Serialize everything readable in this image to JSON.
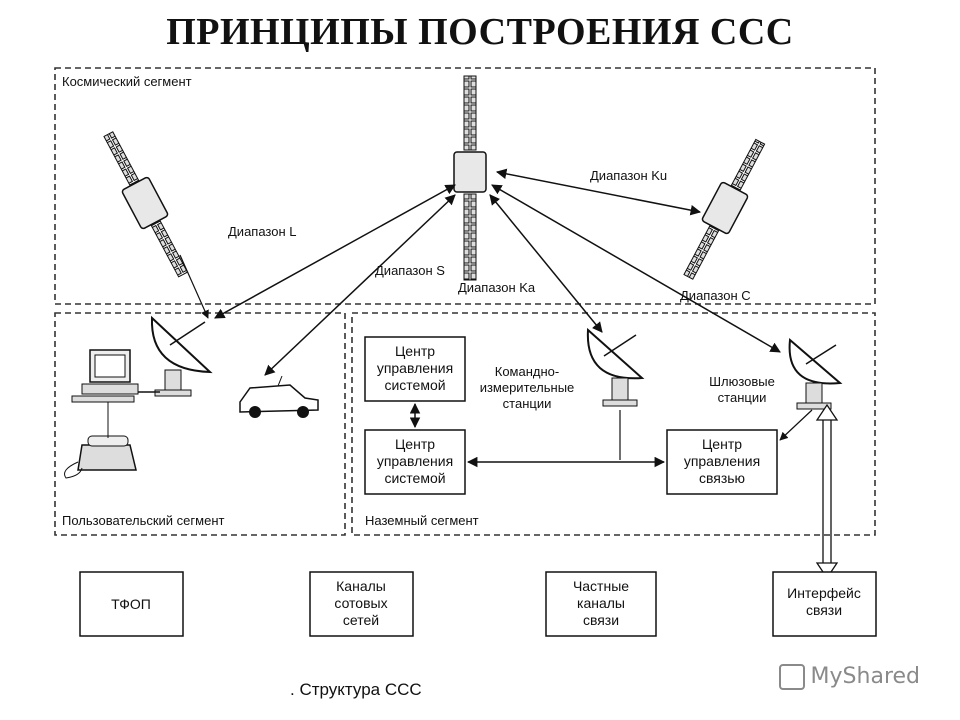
{
  "title": "ПРИНЦИПЫ ПОСТРОЕНИЯ ССС",
  "segments": {
    "space": "Космический сегмент",
    "user": "Пользовательский сегмент",
    "ground": "Наземный сегмент"
  },
  "bands": {
    "l": "Диапазон L",
    "s": "Диапазон S",
    "ka": "Диапазон Ka",
    "ku": "Диапазон Ku",
    "c": "Диапазон C"
  },
  "ground_boxes": {
    "system_control_1": [
      "Центр",
      "управления",
      "системой"
    ],
    "system_control_2": [
      "Центр",
      "управления",
      "системой"
    ],
    "comm_control": [
      "Центр",
      "управления",
      "связью"
    ]
  },
  "stations": {
    "command": [
      "Командно-",
      "измерительные",
      "станции"
    ],
    "gateway": [
      "Шлюзовые",
      "станции"
    ]
  },
  "external_boxes": {
    "tfop": [
      "ТФОП"
    ],
    "cellular": [
      "Каналы",
      "сотовых",
      "сетей"
    ],
    "private": [
      "Частные",
      "каналы",
      "связи"
    ],
    "interface": [
      "Интерфейс",
      "связи"
    ]
  },
  "caption": ". Структура  ССС",
  "watermark": "MyShared"
}
